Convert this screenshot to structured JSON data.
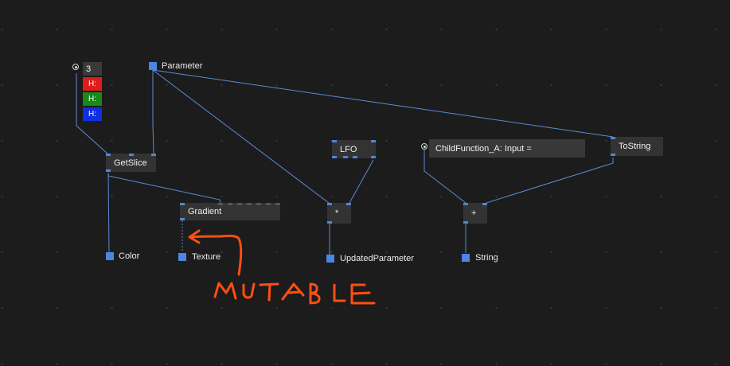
{
  "canvas": {
    "background": "#1c1c1c",
    "wire_color": "#5b8ad6",
    "pin_color": "#4a86e2"
  },
  "iobox": {
    "value": "3",
    "colors": [
      {
        "label": "H:",
        "color": "#e01b1b"
      },
      {
        "label": "H:",
        "color": "#178a17"
      },
      {
        "label": "H:",
        "color": "#1030e0"
      }
    ]
  },
  "nodes": {
    "getslice": "GetSlice",
    "gradient": "Gradient",
    "lfo": "LFO",
    "multiply": "*",
    "plus": "+",
    "tostring": "ToString"
  },
  "inputs": {
    "childfunction": "ChildFunction_A: Input ="
  },
  "pads": {
    "parameter": "Parameter",
    "color": "Color",
    "texture": "Texture",
    "updatedparameter": "UpdatedParameter",
    "string": "String"
  },
  "annotation": {
    "text": "MUTABLE",
    "color": "#ff4e12"
  }
}
